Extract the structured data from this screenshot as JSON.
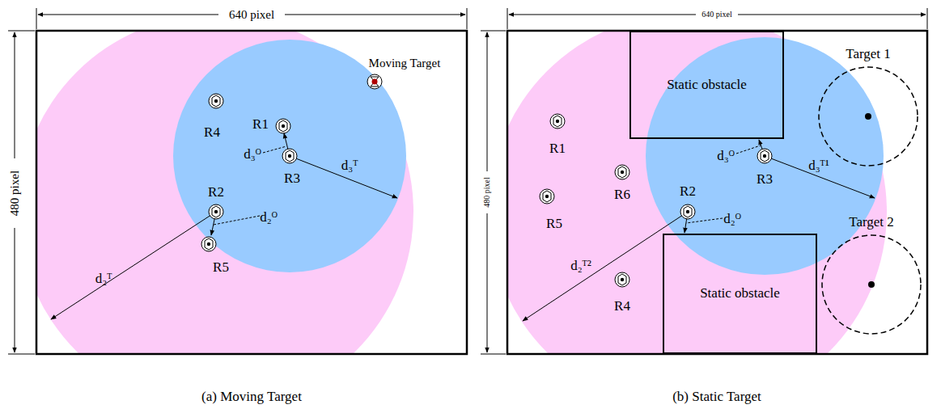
{
  "diagram": {
    "nodes": [
      {
        "text": [
          "Static obstacle"
        ]
      },
      {
        "text": [
          "Target 1"
        ]
      },
      {
        "text": [
          "Static obstacle"
        ]
      },
      {
        "text": [
          "Target 2"
        ]
      }
    ],
    "labels": [
      "640 pixel",
      "480 pixel",
      "Moving Target",
      "R4",
      "R1",
      "d₃ᴼ",
      "R3",
      "d₃ᵀ",
      "R2",
      "d₂ᴼ",
      "R5",
      "d₂ᵀ",
      "(a) Moving Target",
      "640 pixel",
      "480 pixel",
      "R1",
      "R6",
      "R5",
      "R2",
      "d₃ᴼ",
      "R3",
      "d₃ᵀ¹",
      "d₂ᴼ",
      "d₂ᵀ²",
      "R4",
      "(b) Static Target"
    ]
  }
}
